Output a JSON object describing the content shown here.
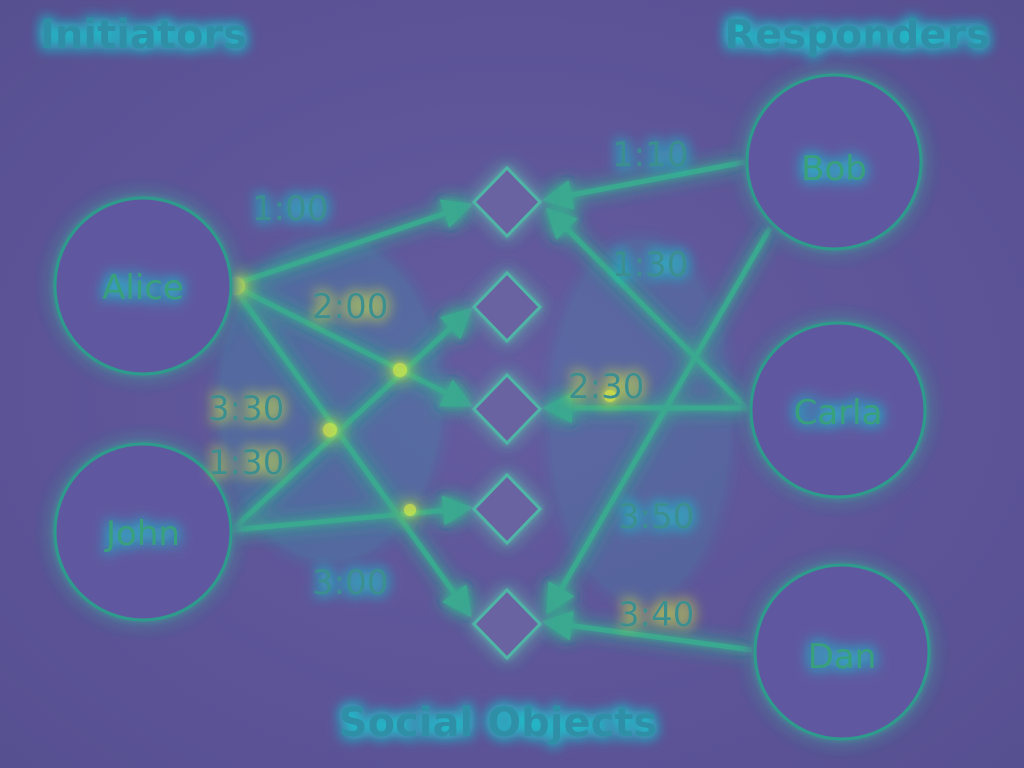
{
  "headings": {
    "initiators": "Initiators",
    "responders": "Responders",
    "social_objects": "Social Objects"
  },
  "nodes": {
    "alice": "Alice",
    "john": "John",
    "bob": "Bob",
    "carla": "Carla",
    "dan": "Dan"
  },
  "edge_labels": {
    "alice_obj1": "1:00",
    "alice_obj3": "2:00",
    "alice_obj5": "3:30",
    "john_obj2": "1:30",
    "john_obj4": "3:00",
    "bob_obj1": "1:10",
    "carla_obj1": "1:30",
    "carla_obj3": "2:30",
    "bob_obj5": "3:50",
    "dan_obj5": "3:40"
  },
  "colors": {
    "background": "#5e569a",
    "glow_cyan": "#19d6d6",
    "glow_yellow": "#e8f23a",
    "stroke": "#2f8a86",
    "diamond": "#6a639f"
  }
}
